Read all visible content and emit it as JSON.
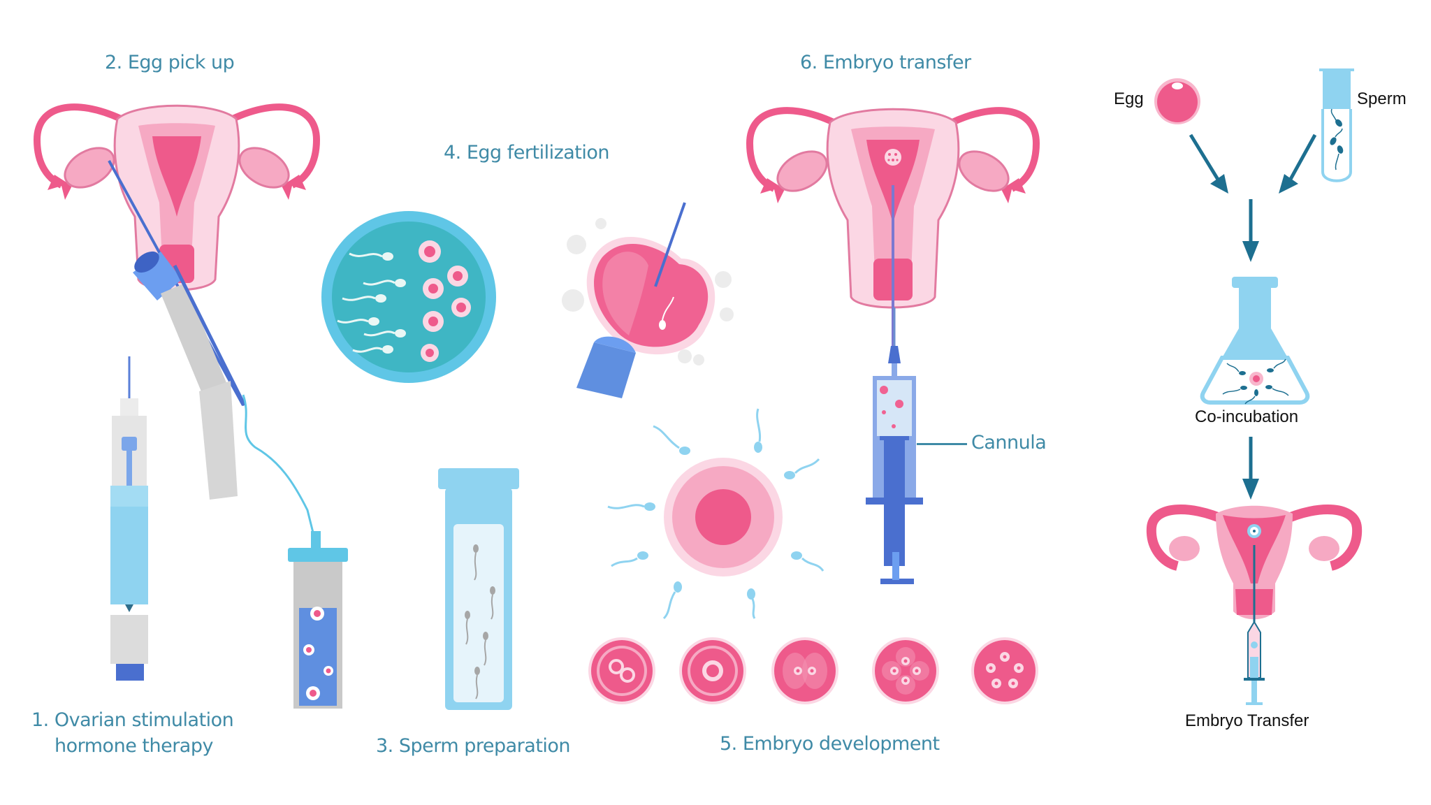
{
  "steps": {
    "s1_line1": "1. Ovarian stimulation",
    "s1_line2": "hormone therapy",
    "s2": "2. Egg pick up",
    "s3": "3. Sperm preparation",
    "s4": "4. Egg fertilization",
    "s5": "5. Embryo development",
    "s6": "6. Embryo transfer",
    "cannula": "Cannula"
  },
  "flow": {
    "egg": "Egg",
    "sperm": "Sperm",
    "coincubation": "Co-incubation",
    "embryo_transfer": "Embryo Transfer"
  },
  "colors": {
    "label_teal": "#3f8aa6",
    "pink_dark": "#ee5a8b",
    "pink_mid": "#f6a9c3",
    "pink_light": "#fbd7e4",
    "teal_dish": "#3fb6c4",
    "blue_device": "#5f8fe0",
    "light_blue": "#8fd3f0",
    "arrow_blue": "#1d6f90"
  }
}
